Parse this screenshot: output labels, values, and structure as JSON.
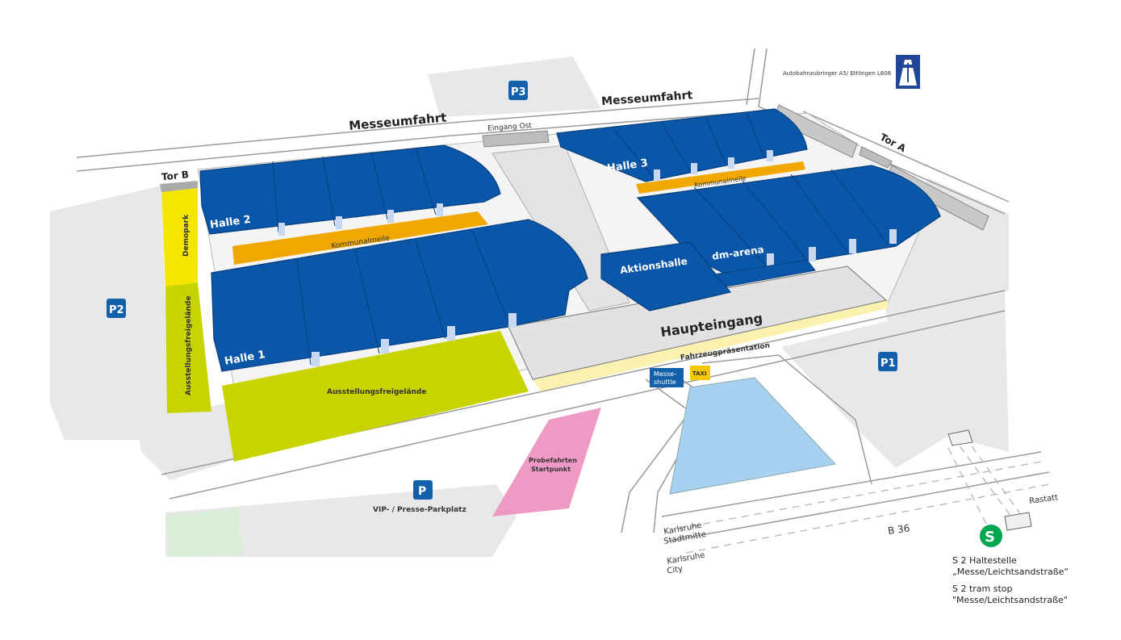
{
  "streets": {
    "messeumfahrt_left": "Messeumfahrt",
    "messeumfahrt_right": "Messeumfahrt",
    "eingang_ost": "Eingang Ost",
    "tor_a": "Tor A",
    "tor_b": "Tor B",
    "b36": "B 36",
    "rastatt": "Rastatt",
    "autobahn": "Autobahnzubringer A5/ Ettlingen L606"
  },
  "halls": {
    "halle1": "Halle 1",
    "halle2": "Halle 2",
    "halle3": "Halle 3",
    "aktionshalle": "Aktionshalle",
    "dm_arena": "dm-arena"
  },
  "areas": {
    "kommunalmeile_1": "Kommunalmeile",
    "kommunalmeile_2": "Kommunalmeile",
    "demopark": "Demopark",
    "ausstellung_vertical": "Ausstellungsfreigelände",
    "ausstellung_horizontal": "Ausstellungsfreigelände",
    "haupteingang": "Haupteingang",
    "fahrzeug": "Fahrzeugpräsentation",
    "probefahrten_1": "Probefahrten",
    "probefahrten_2": "Startpunkt",
    "vip": "VIP- / Presse-Parkplatz",
    "shuttle_1": "Messe-",
    "shuttle_2": "shuttle",
    "taxi": "TAXI"
  },
  "parking": {
    "p1": "P1",
    "p2": "P2",
    "p3": "P3",
    "p": "P"
  },
  "directions": {
    "ka_mitte_1": "Karlsruhe",
    "ka_mitte_2": "Stadtmitte",
    "ka_city_1": "Karlsruhe",
    "ka_city_2": "City"
  },
  "tram": {
    "symbol": "S",
    "de_1": "S 2 Haltestelle",
    "de_2": "„Messe/Leichtsandstraße“",
    "en_1": "S 2 tram stop",
    "en_2": "\"Messe/Leichtsandstraße\""
  },
  "colors": {
    "hall_blue": "#0a56a8",
    "kommunalmeile_orange": "#f0a800",
    "demopark_yellow": "#f5e600",
    "freigelaende_green": "#c8d400",
    "fahrzeug_cream": "#fbf2b0",
    "parking_grey": "#e8e8e8",
    "lake_blue": "#a8d0f0",
    "probefahrt_pink": "#ef9ac4",
    "green_area": "#d8eed8",
    "badge_blue": "#1360aa",
    "tram_green": "#00a650"
  }
}
